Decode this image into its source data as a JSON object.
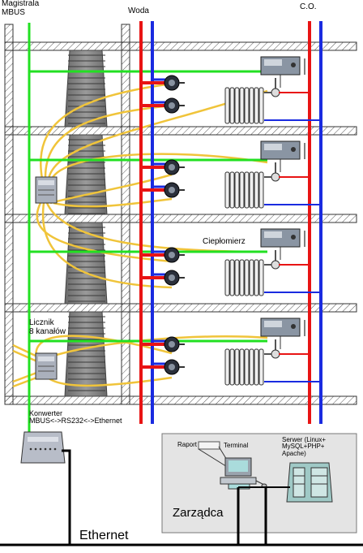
{
  "labels": {
    "magistrala": [
      "Magistrala",
      "MBUS"
    ],
    "woda": "Woda",
    "co": "C.O.",
    "cieplomierz": "Ciepłomierz",
    "licznik": [
      "Licznik",
      "8 kanałów"
    ],
    "konwerter": [
      "Konwerter",
      "MBUS<->RS232<->Ethernet"
    ],
    "raport": "Raport",
    "terminal": "Terminal",
    "serwer": [
      "Serwer (Linux+",
      "MySQL+PHP+",
      "Apache)"
    ],
    "zarzadca": "Zarządca",
    "ethernet": "Ethernet"
  },
  "colors": {
    "mbus_line": "#22e022",
    "cold_water": "#1a2be0",
    "hot_water": "#e81414",
    "signal_wire": "#f0c43a",
    "network": "#000000",
    "manager_box": "#e4e4e4"
  }
}
